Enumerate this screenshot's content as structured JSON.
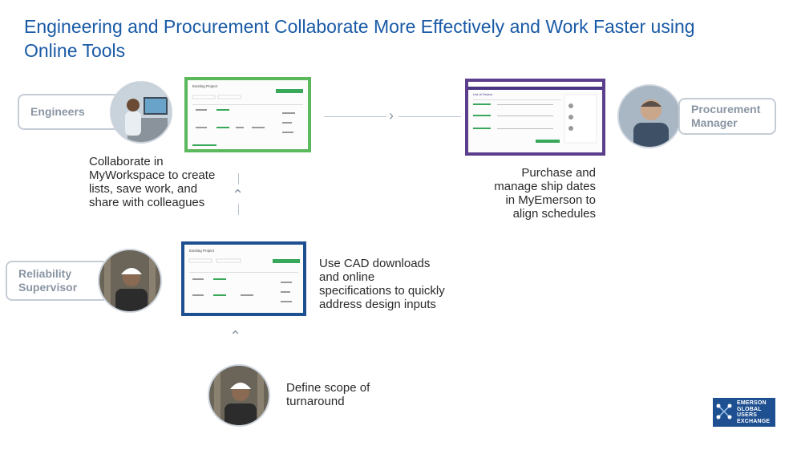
{
  "title": "Engineering and Procurement Collaborate More Effectively and Work Faster using Online Tools",
  "roles": {
    "engineers": "Engineers",
    "procurement": [
      "Procurement",
      "Manager"
    ],
    "reliability": [
      "Reliability",
      "Supervisor"
    ]
  },
  "descriptions": {
    "engineers": [
      "Collaborate in",
      "MyWorkspace to create",
      "lists, save work, and",
      "share with colleagues"
    ],
    "procurement": [
      "Purchase and",
      "manage ship dates",
      "in MyEmerson to",
      "align schedules"
    ],
    "reliability": [
      "Use CAD downloads",
      "and online",
      "specifications to quickly",
      "address design inputs"
    ],
    "scope": [
      "Define scope of",
      "turnaround"
    ]
  },
  "screens": {
    "workspace_title": "Existing Project",
    "emerson_title": "List of Orders"
  },
  "colors": {
    "engineers_frame": "#5cb85c",
    "procurement_frame": "#5b3f8c",
    "reliability_frame": "#1d4f91",
    "title": "#1a5aa6"
  },
  "logo": [
    "EMERSON",
    "GLOBAL",
    "USERS",
    "EXCHANGE"
  ]
}
